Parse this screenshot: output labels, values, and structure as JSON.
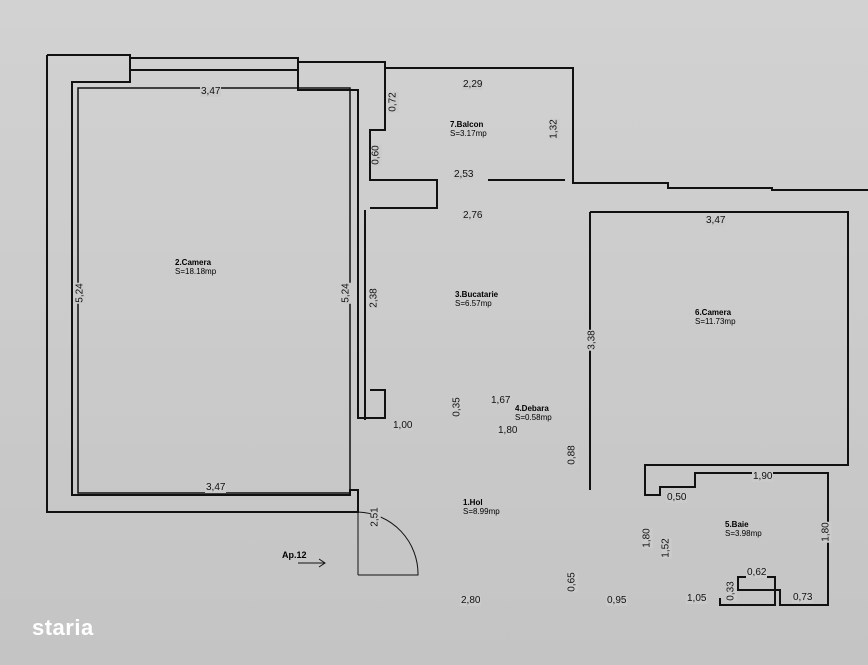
{
  "brand": {
    "logo_text": "staria"
  },
  "plan": {
    "entrance_label": "Ap.12",
    "rooms": [
      {
        "name": "1.Hol",
        "area": "S=8.99mp"
      },
      {
        "name": "2.Camera",
        "area": "S=18.18mp"
      },
      {
        "name": "3.Bucatarie",
        "area": "S=6.57mp"
      },
      {
        "name": "4.Debara",
        "area": "S=0.58mp"
      },
      {
        "name": "5.Baie",
        "area": "S=3.98mp"
      },
      {
        "name": "6.Camera",
        "area": "S=11.73mp"
      },
      {
        "name": "7.Balcon",
        "area": "S=3.17mp"
      }
    ],
    "dimensions": {
      "camera2_top": "3,47",
      "camera2_bottom": "3,47",
      "camera2_left": "5,24",
      "camera2_right": "5,24",
      "balcon_top": "2,29",
      "balcon_bottom": "2,53",
      "balcon_right": "1,32",
      "balcon_left_upper": "0,72",
      "balcon_left_lower": "0,60",
      "bucatarie_top": "2,76",
      "bucatarie_left": "2,38",
      "bucatarie_right": "3,38",
      "debara_top": "1,67",
      "debara_left": "0,35",
      "debara_bottom": "1,80",
      "debara_right": "0,88",
      "hol_top": "1,00",
      "hol_door": "2,51",
      "hol_bottom": "2,80",
      "hol_right": "0,65",
      "camera6_top": "3,47",
      "baie_top": "1,90",
      "baie_step": "0,50",
      "baie_right": "1,80",
      "baie_left_outer": "1,80",
      "baie_left_inner": "1,52",
      "baie_bottom_left": "1,05",
      "baie_notch_h": "0,33",
      "baie_notch_w": "0,62",
      "baie_bottom_right": "0,73",
      "hall_bottom_right": "0,95"
    }
  }
}
